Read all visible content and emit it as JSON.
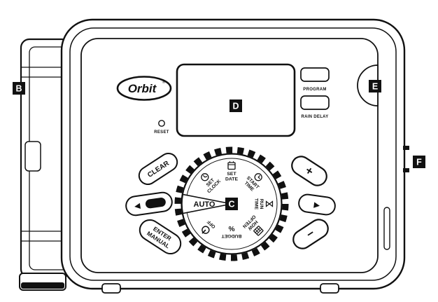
{
  "callouts": {
    "b": "B",
    "c": "C",
    "d": "D",
    "e": "E",
    "f": "F"
  },
  "brand": {
    "name": "Orbit",
    "registered": "®"
  },
  "panel": {
    "reset_label": "RESET",
    "program_label": "PROGRAM",
    "rain_delay_label": "RAIN DELAY"
  },
  "dial": {
    "pointer_label": "AUTO",
    "positions": [
      {
        "id": "set-clock",
        "line1": "SET",
        "line2": "CLOCK"
      },
      {
        "id": "set-date",
        "line1": "SET",
        "line2": "DATE"
      },
      {
        "id": "start-time",
        "line1": "START",
        "line2": "TIME"
      },
      {
        "id": "run-time",
        "line1": "RUN",
        "line2": "TIME"
      },
      {
        "id": "how-often",
        "line1": "HOW",
        "line2": "OFTEN"
      },
      {
        "id": "budget",
        "line1": "BUDGET",
        "line2": "%"
      },
      {
        "id": "off",
        "line1": "OFF",
        "line2": ""
      }
    ]
  },
  "buttons": {
    "clear": "CLEAR",
    "enter_line1": "ENTER",
    "enter_line2": "MANUAL",
    "plus": "+",
    "minus": "−",
    "left": "◀",
    "right": "▶"
  }
}
